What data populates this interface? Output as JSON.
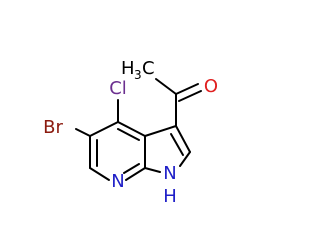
{
  "molecule": {
    "atoms": {
      "bromine": "Br",
      "chlorine": "Cl",
      "oxygen": "O",
      "pyridine_nitrogen": "N",
      "pyrrole_nh_n": "N",
      "pyrrole_nh_h": "H",
      "methyl_c": "C",
      "methyl_h": "H",
      "methyl_count": "3"
    },
    "colors": {
      "bond": "#000000",
      "carbon": "#000000",
      "bromine": "#8b1a0e",
      "chlorine": "#6b2f8f",
      "oxygen": "#e02020",
      "nitrogen": "#2020c8"
    }
  }
}
